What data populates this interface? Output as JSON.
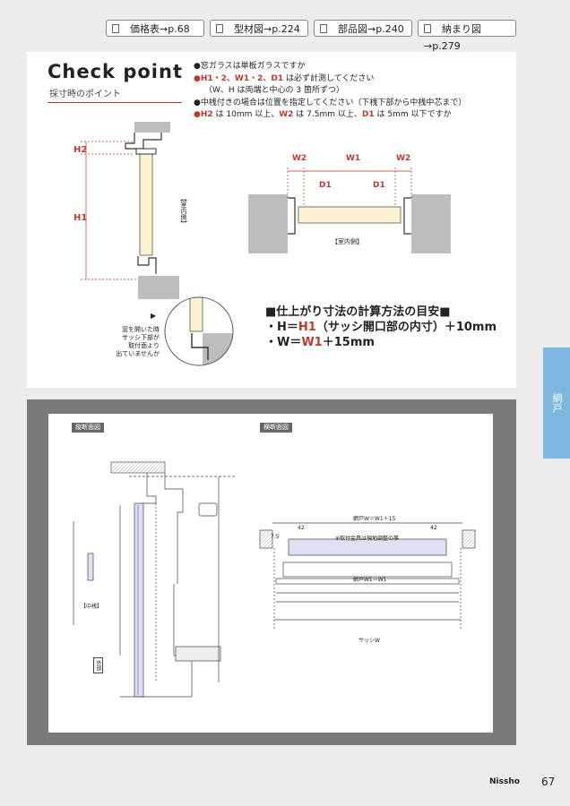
{
  "nav_tabs": [
    {
      "label": "価格表→p.68"
    },
    {
      "label": "型材図→p.224"
    },
    {
      "label": "部品図→p.240"
    },
    {
      "label": "納まり図→p.279"
    }
  ],
  "checkpoint": {
    "title": "Check point",
    "subtitle": "採寸時のポイント",
    "b1": "●窓ガラスは単板ガラスですか",
    "b2_bul": "●",
    "b2_h": "H1・2、W1・2、D1",
    "b2_text": " は必ず計測してください",
    "b3": "（W、H は両端と中心の 3 箇所ずつ）",
    "b4": "●中桟付きの場合は位置を指定してください（下桟下部から中桟中芯まで）",
    "b5_bul": "●",
    "b5_h2": "H2",
    "b5_t1": " は 10mm 以上、",
    "b5_w2": "W2",
    "b5_t2": " は 7.5mm 以上、",
    "b5_d1": "D1",
    "b5_t3": " は 5mm 以下ですか"
  },
  "diagram_labels": {
    "h2": "H2",
    "h1": "H1",
    "w2_left": "W2",
    "w1": "W1",
    "w2_right": "W2",
    "d1_left": "D1",
    "d1_right": "D1",
    "interior_v": "【室内側】",
    "interior_h": "【室内側】",
    "note_l1": "窓を開いた時",
    "note_l2": "サッシ下部が",
    "note_l3": "取付面より",
    "note_l4": "出ていませんか"
  },
  "formula": {
    "heading": "■仕上がり寸法の計算方法の目安■",
    "h_pre": "・H＝",
    "h_var": "H1",
    "h_post": "（サッシ開口部の内寸）＋10mm",
    "w_pre": "・W＝",
    "w_var": "W1",
    "w_post": "＋15mm"
  },
  "side_tab": "網戸",
  "drawing": {
    "vertical_section": "縦断面図",
    "horizontal_section": "横断面図",
    "mid_rail": "【中桟】",
    "exterior": "外部",
    "dim_42": "42",
    "dim_75": "7.5",
    "screen_w": "網戸W＝W1＋15",
    "screen_w2": "網戸W1＝W1",
    "sash_w": "サッシW",
    "note_center": "※取付金具は現地調整の事"
  },
  "footer": {
    "brand": "Nissho",
    "page": "67"
  },
  "colors": {
    "accent_red": "#c0392b",
    "side_tab": "#7bb7e0",
    "frame_gray": "#7a7a7a"
  }
}
